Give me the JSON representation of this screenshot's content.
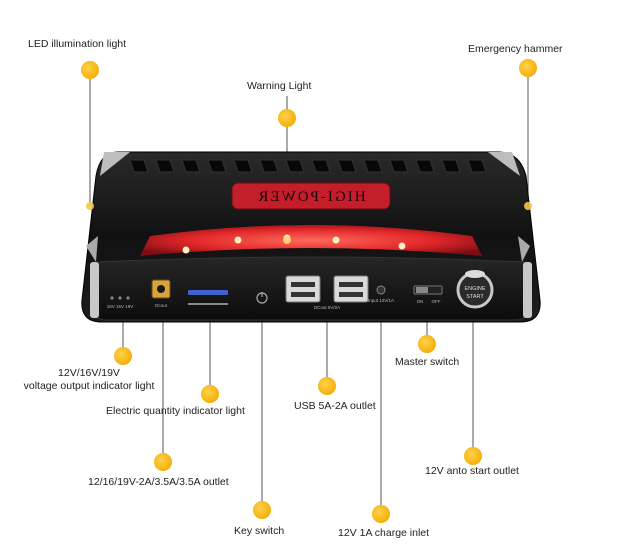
{
  "device": {
    "brand_label": "HIGI-POWER",
    "port_text": {
      "voltage_marks": "16V 15V 19V",
      "dc_out": "Dcout",
      "usb_out": "DCout 5V/2A",
      "input": "Input 12V/1A",
      "switch_on": "ON",
      "switch_off": "OFF",
      "start_top": "ENGINE",
      "start_bottom": "START"
    }
  },
  "colors": {
    "body": "#141414",
    "panel": "#1c1c1c",
    "badge": "#c41e2a",
    "light_strip": "#e1262a",
    "marker": "#f5b400",
    "line": "#555555",
    "label_text": "#222222"
  },
  "callouts": {
    "led": "LED illumination light",
    "hammer": "Emergency hammer",
    "warning": "Warning Light",
    "voltage_line1": "12V/16V/19V",
    "voltage_line2": "voltage output indicator light",
    "quantity": "Electric quantity indicator light",
    "usb": "USB 5A-2A outlet",
    "master": "Master switch",
    "dc_outlet": "12/16/19V-2A/3.5A/3.5A outlet",
    "auto_start": "12V anto start outlet",
    "key": "Key switch",
    "charge": "12V 1A charge inlet"
  }
}
